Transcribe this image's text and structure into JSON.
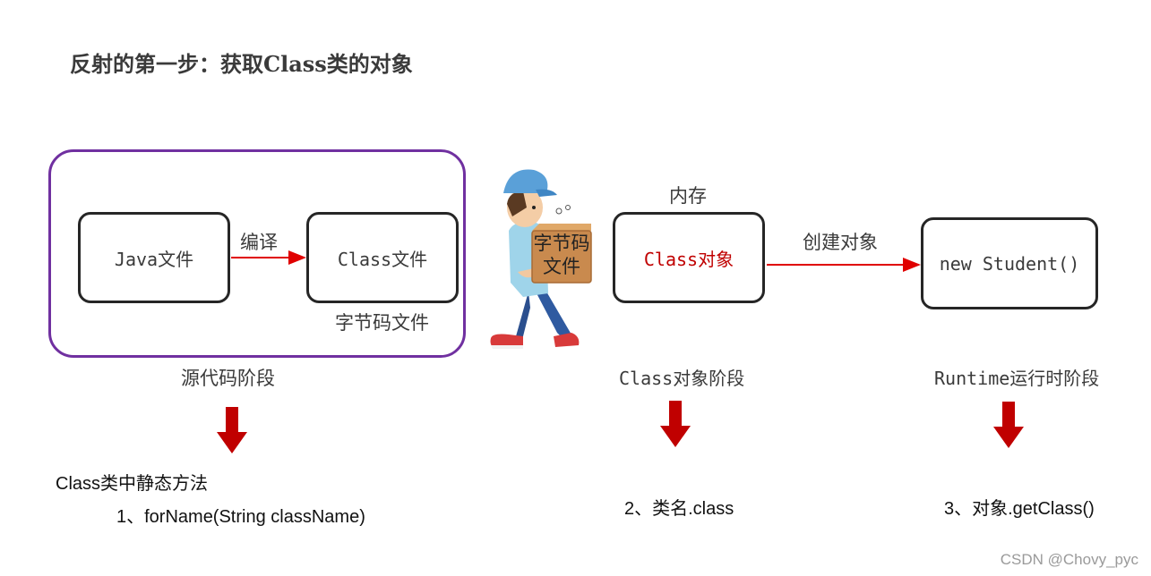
{
  "title": "反射的第一步：获取Class类的对象",
  "source_stage": {
    "java_file": "Java文件",
    "compile_label": "编译",
    "class_file": "Class文件",
    "bytecode_label": "字节码文件",
    "stage_label": "源代码阶段"
  },
  "courier": {
    "box_text": "字节码文件"
  },
  "class_stage": {
    "memory_label": "内存",
    "class_object": "Class对象",
    "create_label": "创建对象",
    "stage_label": "Class对象阶段"
  },
  "runtime_stage": {
    "new_student": "new Student()",
    "stage_label": "Runtime运行时阶段"
  },
  "methods": {
    "static_heading": "Class类中静态方法",
    "method1": "1、forName(String className)",
    "method2": "2、类名.class",
    "method3": "3、对象.getClass()"
  },
  "colors": {
    "frame": "#7030a0",
    "arrow": "#e00000",
    "down_arrow": "#c00000",
    "class_object_text": "#c00000"
  },
  "watermark": "CSDN @Chovy_pyc"
}
